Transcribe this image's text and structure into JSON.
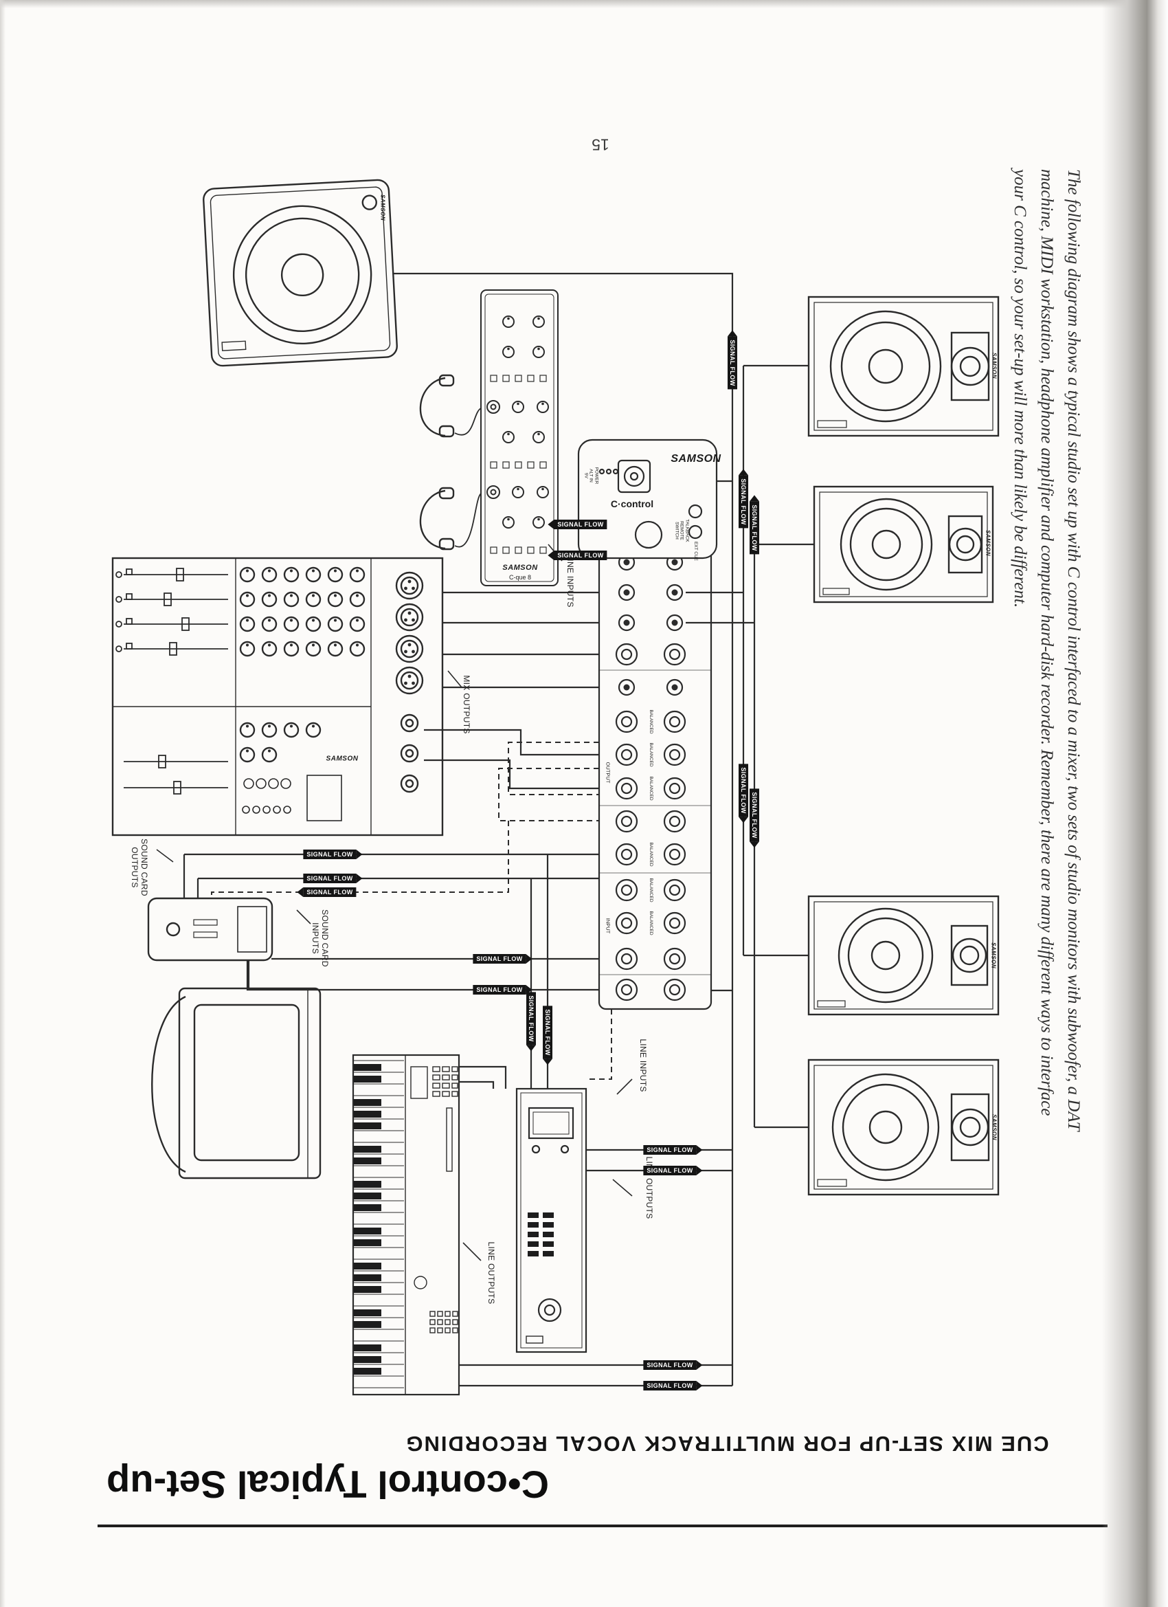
{
  "page": {
    "number": "15",
    "title": "C•control Typical Set-up",
    "subtitle": "CUE MIX SET-UP FOR MULTITRACK VOCAL RECORDING",
    "paragraph": {
      "line1": "The following diagram shows a typical studio set up with C control interfaced to a mixer, two sets of studio monitors with subwoofer, a DAT",
      "line2": "machine, MIDI workstation, headphone amplifier and computer hard-disk recorder. Remember, there are many different ways to interface",
      "line3": "your C control, so your set-up will more than likely be different."
    }
  },
  "diagram": {
    "signal_flow": "SIGNAL FLOW",
    "labels": {
      "line_inputs": "LINE INPUTS",
      "line_outputs": "LINE OUTPUTS",
      "mix_outputs": "MIX OUTPUTS",
      "sound_card_outputs": "SOUND CARD\nOUTPUTS",
      "sound_card_inputs": "SOUND CARD\nINPUTS"
    },
    "c_control": {
      "brand": "SAMSON",
      "model": "C·control",
      "power": "POWER\nALT IN\n9V",
      "talkback": "TALKBACK\nREMOTE\nSWITCH",
      "ext_cue": "EXT CUE",
      "balanced": "BALANCED",
      "output": "OUTPUT",
      "input": "INPUT"
    },
    "headphone_amp": {
      "brand": "SAMSON",
      "model": "C-que 8"
    },
    "mixer": {
      "brand": "SAMSON"
    },
    "speakers": {
      "brand": "SAMSON"
    },
    "subwoofer": {
      "brand": "SAMSON"
    }
  }
}
